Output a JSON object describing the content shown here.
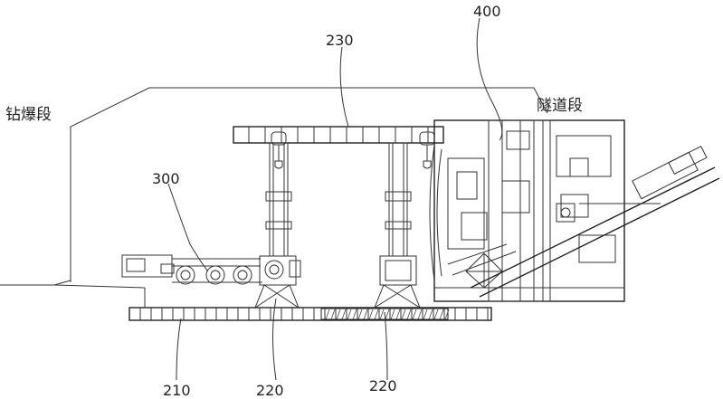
{
  "sections": {
    "drill_blast": "钻爆段",
    "tunnel": "隧道段"
  },
  "labels": {
    "l230": "230",
    "l300": "300",
    "l400": "400",
    "l210": "210",
    "l220a": "220",
    "l220b": "220"
  }
}
